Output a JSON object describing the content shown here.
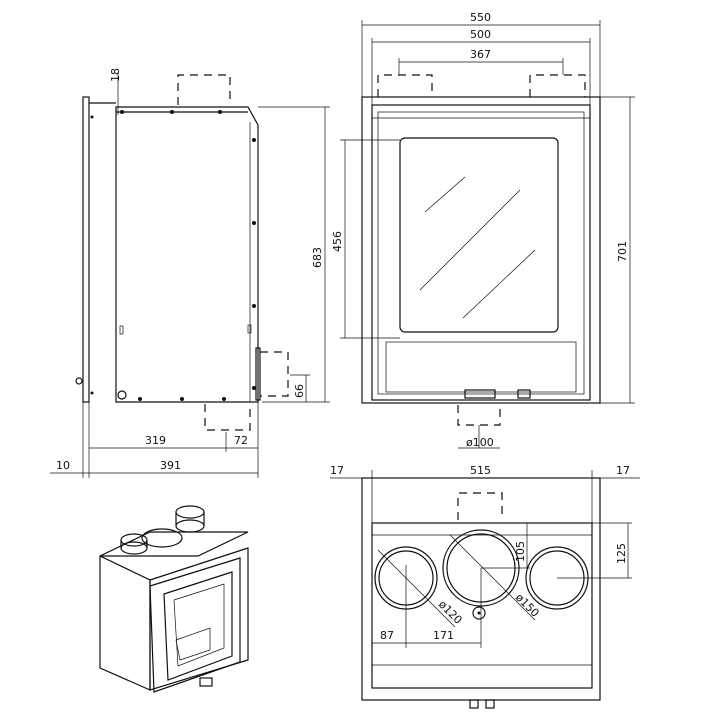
{
  "side_view": {
    "dim_top_offset": "18",
    "dim_height": "683",
    "dim_bottom_flue": "66",
    "dim_depth_to_flue": "319",
    "dim_flue_offset": "72",
    "dim_frame": "10",
    "dim_total_depth": "391"
  },
  "front_view": {
    "dim_frame_width": "550",
    "dim_body_width": "500",
    "dim_flue_spacing": "367",
    "dim_glass_height": "456",
    "dim_total_height": "701",
    "dim_bottom_flue_diameter": "ø100"
  },
  "top_view": {
    "dim_left_frame": "17",
    "dim_body_width": "515",
    "dim_right_frame": "17",
    "dim_center_flue_depth": "105",
    "dim_side_flue_depth": "125",
    "dim_side_flue_offset": "87",
    "dim_flue_spacing": "171",
    "dim_side_flue_diameter": "ø120",
    "dim_center_flue_diameter": "ø150"
  },
  "colors": {
    "line": "#111111",
    "background": "#ffffff"
  }
}
